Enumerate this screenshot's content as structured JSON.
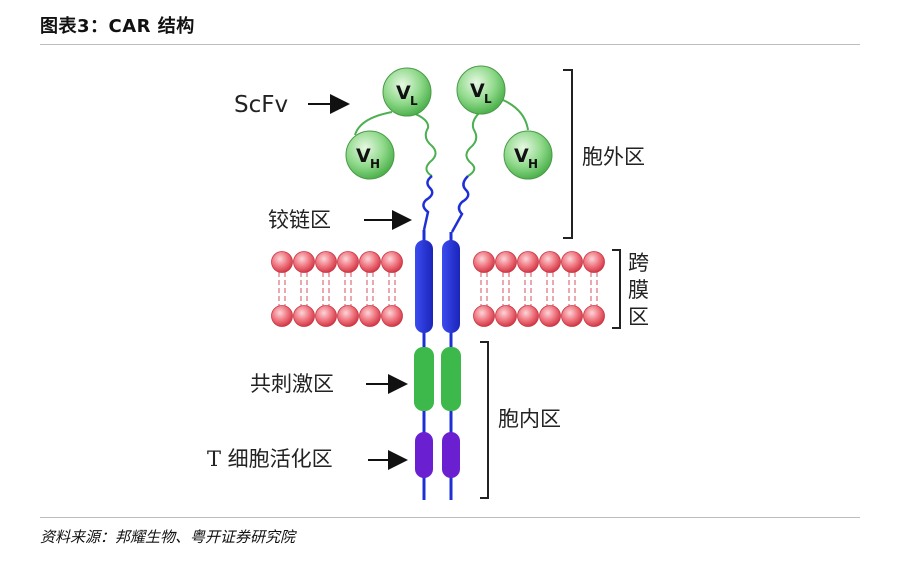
{
  "header": {
    "title": "图表3：CAR 结构"
  },
  "footer": {
    "source": "资料来源：邦耀生物、粤开证券研究院"
  },
  "diagram": {
    "labels": {
      "scfv": "ScFv",
      "hinge": "铰链区",
      "costim": "共刺激区",
      "tcell": "T 细胞活化区",
      "extracellular": "胞外区",
      "transmembrane": [
        "跨",
        "膜",
        "区"
      ],
      "intracellular": "胞内区"
    },
    "domains": {
      "vl_main": "V",
      "vl_sub": "L",
      "vh_main": "V",
      "vh_sub": "H"
    },
    "colors": {
      "domain_green": "#7dd27a",
      "hinge_blue": "#1f2fd6",
      "costim_green": "#3db84a",
      "activation_purple": "#6a1fd0",
      "lipid_red": "#e8505c"
    }
  }
}
